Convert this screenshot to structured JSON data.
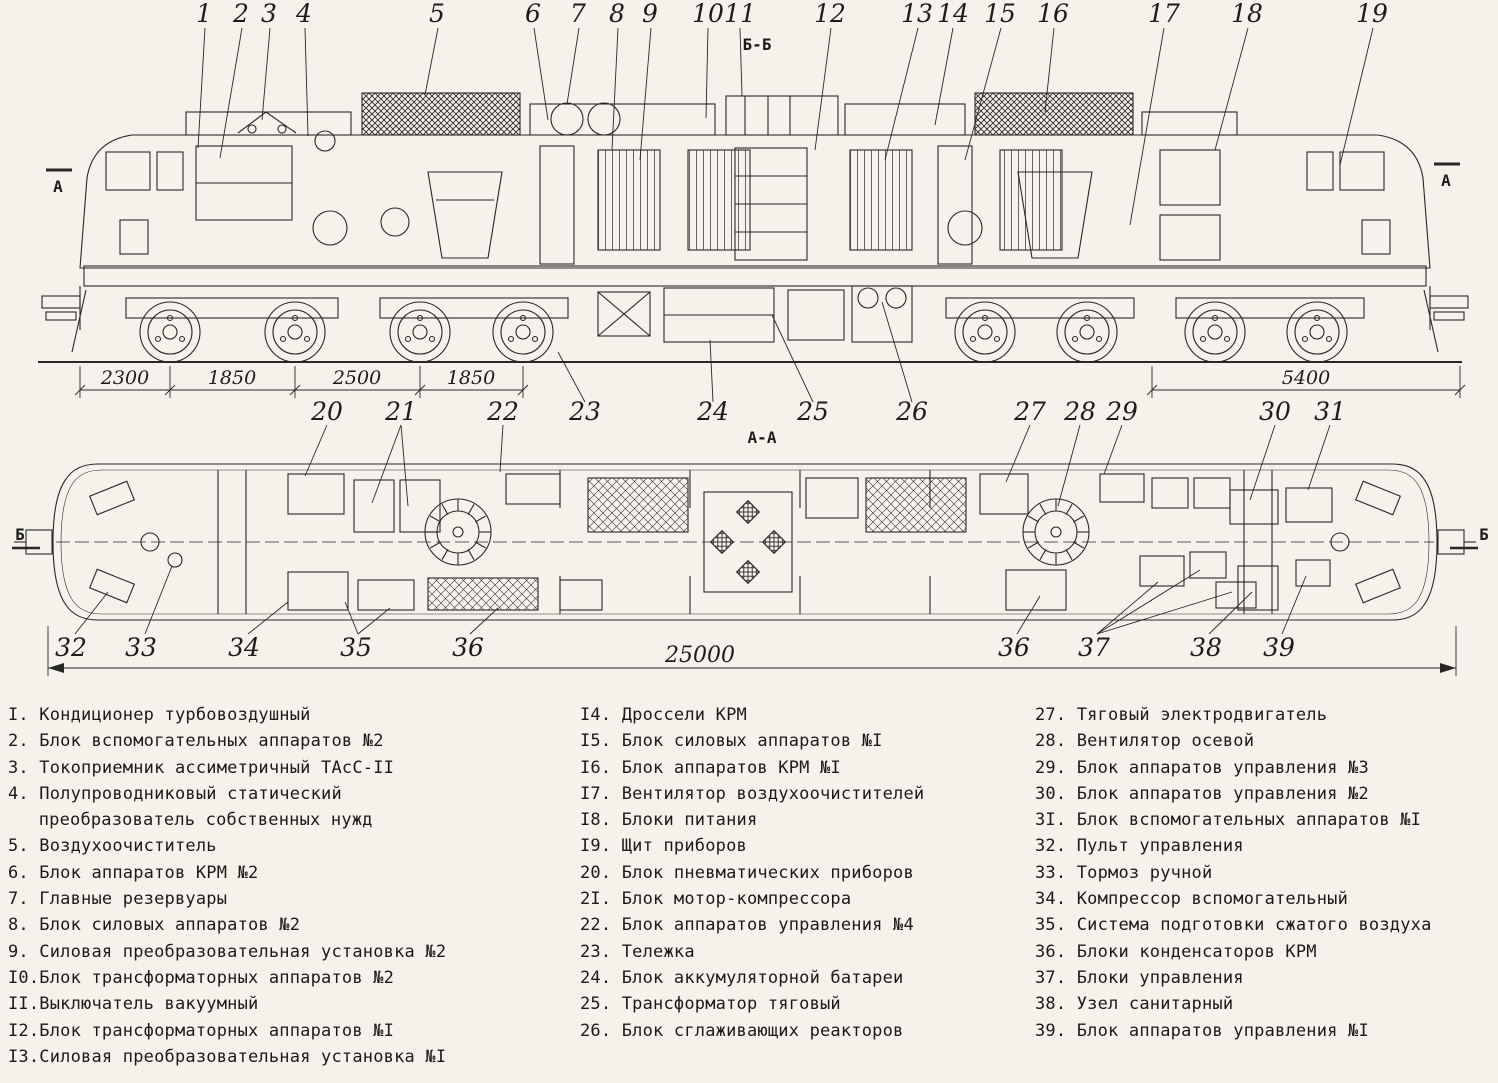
{
  "section_labels": {
    "bb": "Б-Б",
    "aa": "А-А",
    "a": "А",
    "b": "Б"
  },
  "callouts": {
    "top": [
      "1",
      "2",
      "3",
      "4",
      "5",
      "6",
      "7",
      "8",
      "9",
      "10",
      "11",
      "12",
      "13",
      "14",
      "15",
      "16",
      "17",
      "18",
      "19"
    ],
    "middle": [
      "20",
      "21",
      "22",
      "23",
      "24",
      "25",
      "26",
      "27",
      "28",
      "29",
      "30",
      "31"
    ],
    "bottom_left": [
      "32",
      "33",
      "34",
      "35",
      "36"
    ],
    "bottom_right": [
      "36",
      "37",
      "38",
      "39"
    ]
  },
  "dimensions": {
    "side": [
      "2300",
      "1850",
      "2500",
      "1850",
      "5400"
    ],
    "overall": "25000"
  },
  "legend": {
    "columns": [
      [
        "I. Кондиционер турбовоздушный",
        "2. Блок вспомогательных аппаратов №2",
        "3. Токоприемник ассиметричный ТАсС-II",
        "4. Полупроводниковый статический преобразователь собственных нужд",
        "5. Воздухоочиститель",
        "6. Блок аппаратов КРМ №2",
        "7. Главные резервуары",
        "8. Блок силовых аппаратов №2",
        "9. Силовая преобразовательная установка №2",
        "I0.Блок трансформаторных аппаратов №2",
        "II.Выключатель вакуумный",
        "I2.Блок трансформаторных аппаратов №I",
        "I3.Силовая преобразовательная установка №I"
      ],
      [
        "I4. Дроссели КРМ",
        "I5. Блок силовых аппаратов №I",
        "I6. Блок аппаратов КРМ №I",
        "I7. Вентилятор воздухоочистителей",
        "I8. Блоки питания",
        "I9. Щит приборов",
        "20. Блок пневматических приборов",
        "2I. Блок мотор-компрессора",
        "22. Блок аппаратов управления №4",
        "23. Тележка",
        "24. Блок аккумуляторной батареи",
        "25. Трансформатор тяговый",
        "26. Блок сглаживающих реакторов"
      ],
      [
        "27. Тяговый электродвигатель",
        "28. Вентилятор осевой",
        "29. Блок аппаратов управления №3",
        "30. Блок аппаратов управления №2",
        "3I. Блок вспомогательных аппаратов №I",
        "32. Пульт управления",
        "33. Тормоз ручной",
        "34. Компрессор вспомогательный",
        "35. Система подготовки сжатого воздуха",
        "36. Блоки конденсаторов КРМ",
        "37. Блоки управления",
        "38. Узел санитарный",
        "39. Блок аппаратов управления №I"
      ]
    ]
  }
}
